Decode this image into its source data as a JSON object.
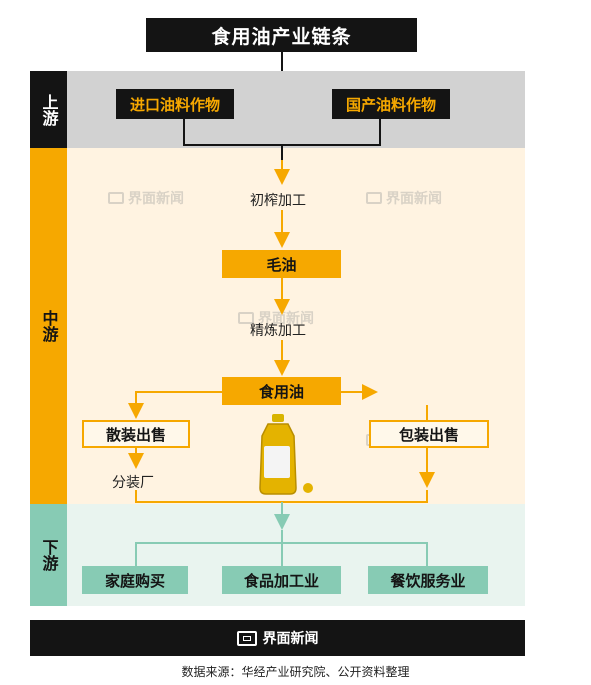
{
  "title": "食用油产业链条",
  "stages": {
    "up": "上游",
    "mid": "中游",
    "down": "下游"
  },
  "upstream": {
    "import": "进口油料作物",
    "domestic": "国产油料作物"
  },
  "midstream": {
    "step1": "初榨加工",
    "crude": "毛油",
    "step2": "精炼加工",
    "edible": "食用油",
    "bulk": "散装出售",
    "packaged": "包装出售",
    "repack": "分装厂"
  },
  "downstream": {
    "household": "家庭购买",
    "food": "食品加工业",
    "catering": "餐饮服务业"
  },
  "watermark": "界面新闻",
  "footer": {
    "brand": "界面新闻"
  },
  "source": "数据来源：华经产业研究院、公开资料整理",
  "colors": {
    "orange": "#f6a800",
    "black": "#141414",
    "green": "#87cbb4",
    "gray": "#d2d2d2"
  }
}
